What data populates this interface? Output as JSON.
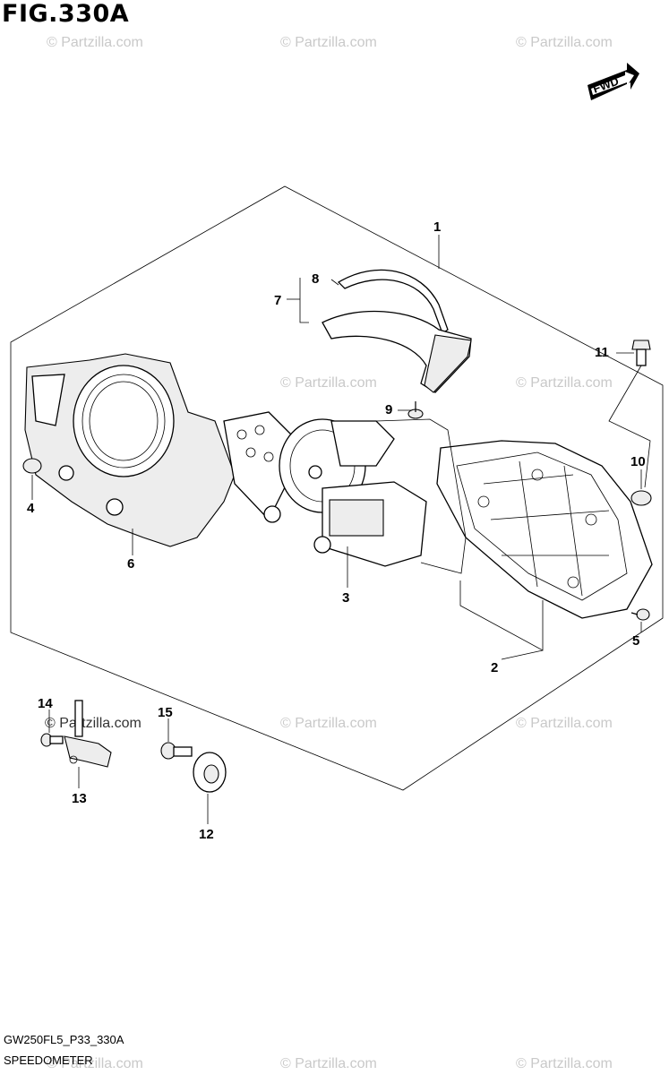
{
  "figure": {
    "title": "FIG.330A",
    "code": "GW250FL5_P33_330A",
    "caption": "SPEEDOMETER",
    "fwd_label": "FWD"
  },
  "watermark": "© Partzilla.com",
  "callouts": [
    "1",
    "2",
    "3",
    "4",
    "5",
    "6",
    "7",
    "8",
    "9",
    "10",
    "11",
    "12",
    "13",
    "14",
    "15"
  ]
}
